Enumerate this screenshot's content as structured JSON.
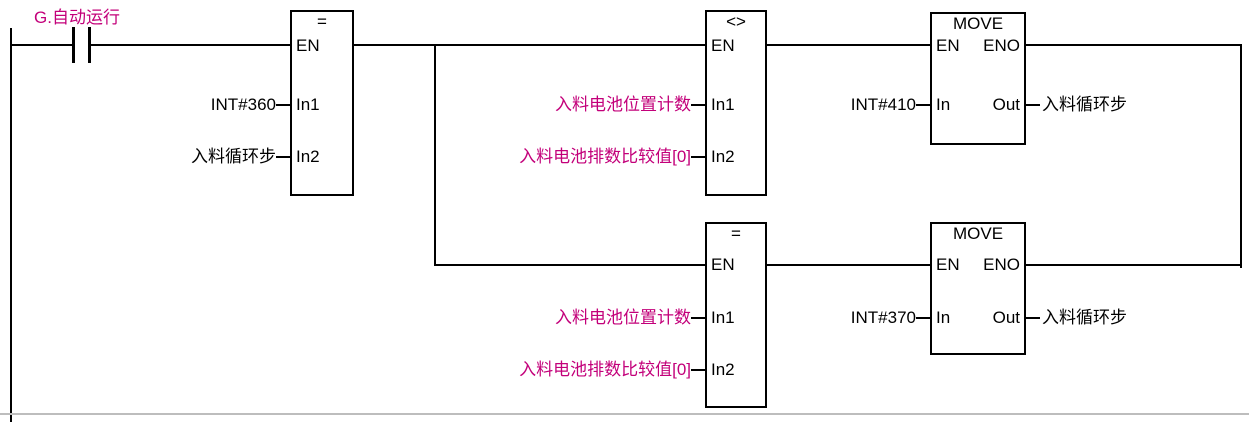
{
  "colors": {
    "wire": "#000000",
    "variable_text": "#c3007a",
    "literal_text": "#000000",
    "separator": "#bdbdbd"
  },
  "ladder": {
    "contact": {
      "label": "G.自动运行"
    },
    "eq_top": {
      "title": "=",
      "en_label": "EN",
      "in1_label": "In1",
      "in2_label": "In2",
      "in1_operand": "INT#360",
      "in2_operand": "入料循环步"
    },
    "neq": {
      "title": "<>",
      "en_label": "EN",
      "in1_label": "In1",
      "in2_label": "In2",
      "in1_operand": "入料电池位置计数",
      "in2_operand": "入料电池排数比较值[0]"
    },
    "move_top": {
      "title": "MOVE",
      "en_label": "EN",
      "eno_label": "ENO",
      "in_label": "In",
      "out_label": "Out",
      "in_operand": "INT#410",
      "out_operand": "入料循环步"
    },
    "eq_bottom": {
      "title": "=",
      "en_label": "EN",
      "in1_label": "In1",
      "in2_label": "In2",
      "in1_operand": "入料电池位置计数",
      "in2_operand": "入料电池排数比较值[0]"
    },
    "move_bottom": {
      "title": "MOVE",
      "en_label": "EN",
      "eno_label": "ENO",
      "in_label": "In",
      "out_label": "Out",
      "in_operand": "INT#370",
      "out_operand": "入料循环步"
    }
  }
}
